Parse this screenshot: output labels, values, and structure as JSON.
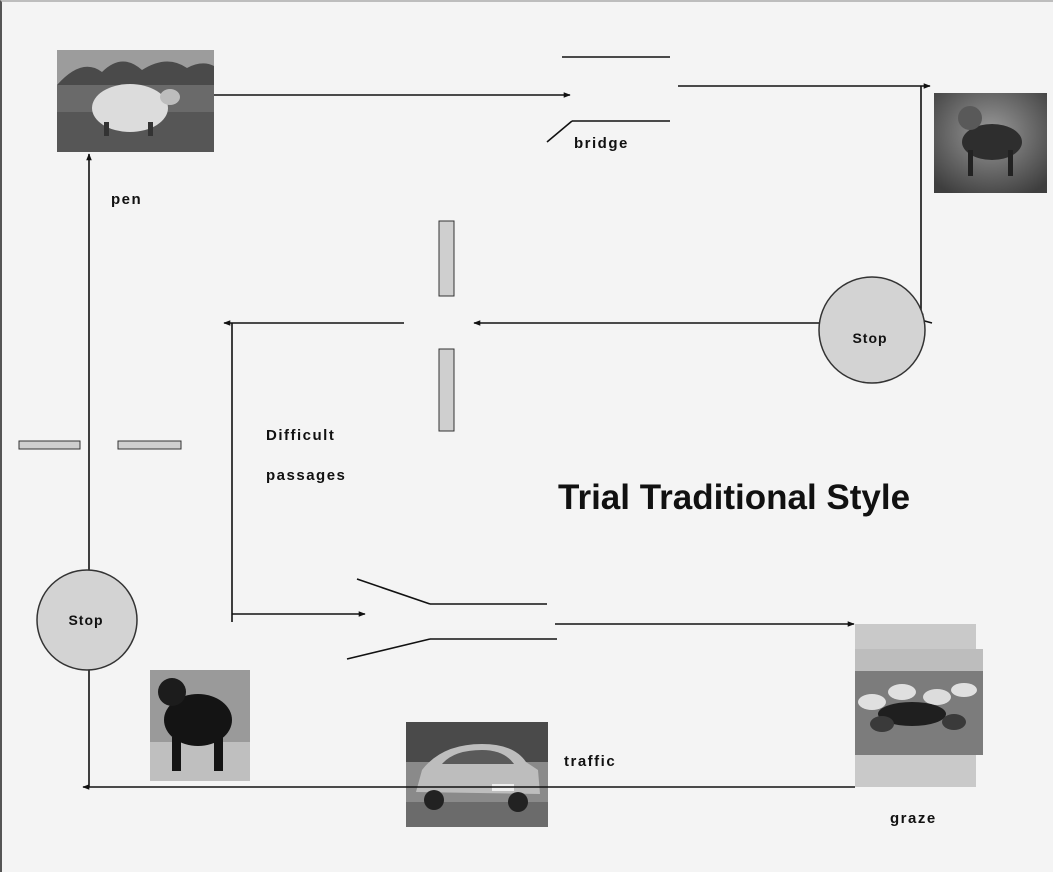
{
  "title": "Trial Traditional Style",
  "labels": {
    "pen": "pen",
    "bridge": "bridge",
    "difficult_line1": "Difficult",
    "difficult_line2": "passages",
    "traffic": "traffic",
    "graze": "graze"
  },
  "stops": {
    "right": "Stop",
    "left": "Stop"
  },
  "colors": {
    "line": "#111111",
    "stop_fill": "#d3d3d3",
    "bar_fill": "#cfcfcf",
    "background": "#f4f4f4"
  }
}
